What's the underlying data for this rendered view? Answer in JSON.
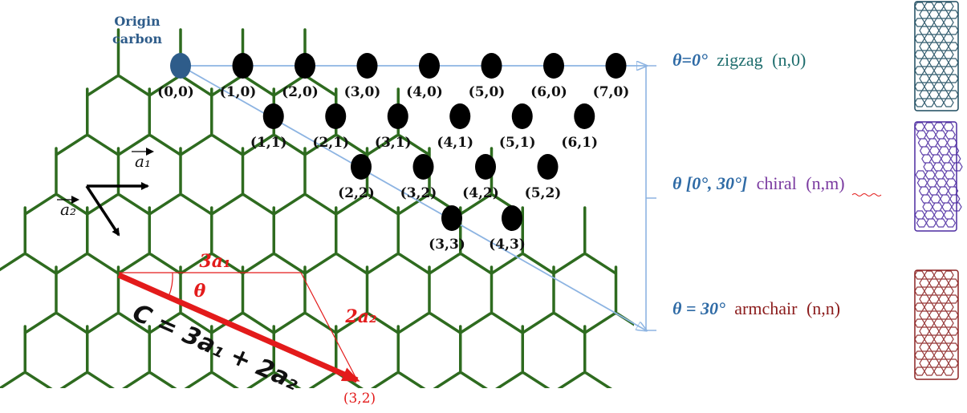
{
  "origin": {
    "label_line1": "Origin",
    "label_line2": "carbon",
    "index": "(0,0)",
    "color": "#2e5c8a"
  },
  "lattice_points": [
    {
      "label": "(1,0)"
    },
    {
      "label": "(2,0)"
    },
    {
      "label": "(3,0)"
    },
    {
      "label": "(4,0)"
    },
    {
      "label": "(5,0)"
    },
    {
      "label": "(6,0)"
    },
    {
      "label": "(7,0)"
    },
    {
      "label": "(1,1)"
    },
    {
      "label": "(2,1)"
    },
    {
      "label": "(3,1)"
    },
    {
      "label": "(4,1)"
    },
    {
      "label": "(5,1)"
    },
    {
      "label": "(6,1)"
    },
    {
      "label": "(2,2)"
    },
    {
      "label": "(3,2)"
    },
    {
      "label": "(4,2)"
    },
    {
      "label": "(5,2)"
    },
    {
      "label": "(3,3)"
    },
    {
      "label": "(4,3)"
    }
  ],
  "vectors": {
    "a1": "a₁",
    "a2": "a₂",
    "three_a1": "3a₁",
    "two_a2": "2a₂",
    "theta": "θ",
    "chiral_vector": "C = 3a₁ + 2a₂",
    "endpoint": "(3,2)"
  },
  "legend": {
    "zigzag": {
      "symbol": "θ=0°",
      "name": "zigzag",
      "indices": "(n,0)",
      "color": "#1f6e6e"
    },
    "chiral": {
      "symbol": "θ [0°, 30°]",
      "name": "chiral",
      "indices": "(n,m)",
      "color": "#7a3aa0"
    },
    "armchair": {
      "symbol": "θ = 30°",
      "name": "armchair",
      "indices": "(n,n)",
      "color": "#8b1c1c"
    }
  },
  "colors": {
    "lattice": "#2e6b1f",
    "atom": "#000000",
    "chiral_vector": "#e31b1b",
    "guide_line": "#8db4e2",
    "legend_symbol": "#2e6aa5",
    "tube_zigzag": "#1c4a5e",
    "tube_chiral": "#4b2aa0",
    "tube_armchair": "#8b2222"
  }
}
